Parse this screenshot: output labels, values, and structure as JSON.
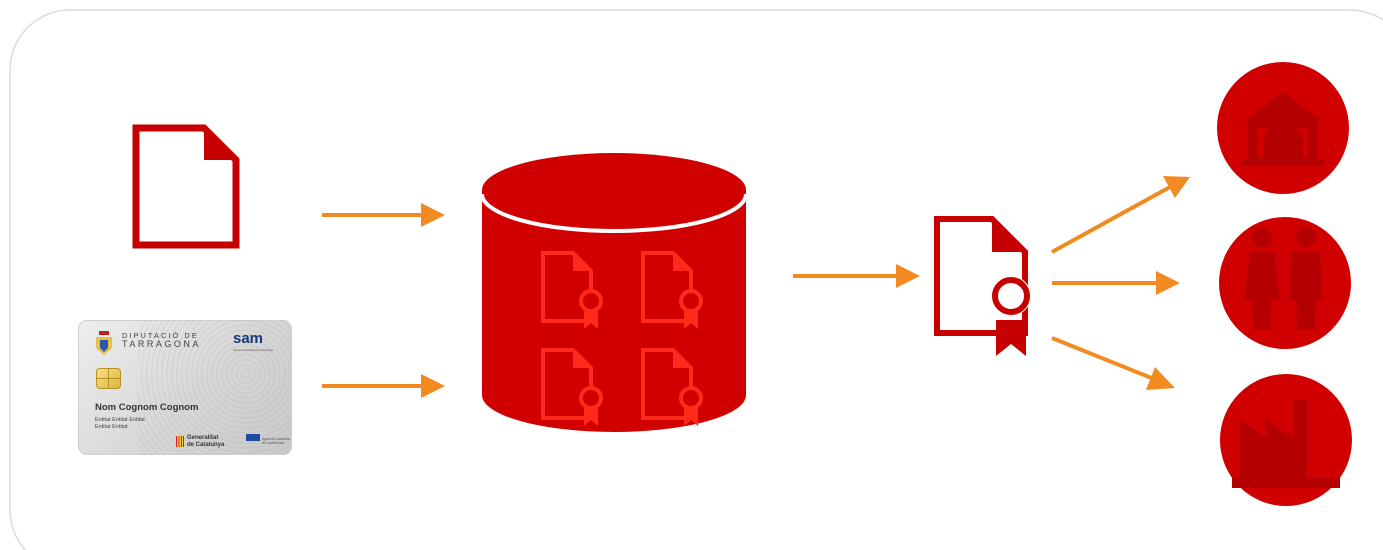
{
  "colors": {
    "red": "#d10000",
    "dark_red": "#b80000",
    "orange_arrow": "#f28a22",
    "white": "#ffffff",
    "frame_border": "#dcdcdc"
  },
  "icons": {
    "document": "document-icon",
    "id_card": "id-card-image",
    "database": "database-icon",
    "certified_document": "certified-document-icon",
    "recipients": [
      "institution-building-icon",
      "citizens-couple-icon",
      "factory-icon"
    ]
  },
  "card": {
    "org_line1": "DIPUTACIÓ DE",
    "org_line2": "TARRAGONA",
    "brand": "sam",
    "brand_sub": "Servei d'Assistència Municipal",
    "holder_name": "Nom Cognom Cognom",
    "entity_line1": "Entitat Entitat Entitat",
    "entity_line2": "Entitat Entitat",
    "issuer_line1": "Generalitat",
    "issuer_line2": "de Catalunya",
    "partner_text": "Agència Catalana de Certificació"
  }
}
